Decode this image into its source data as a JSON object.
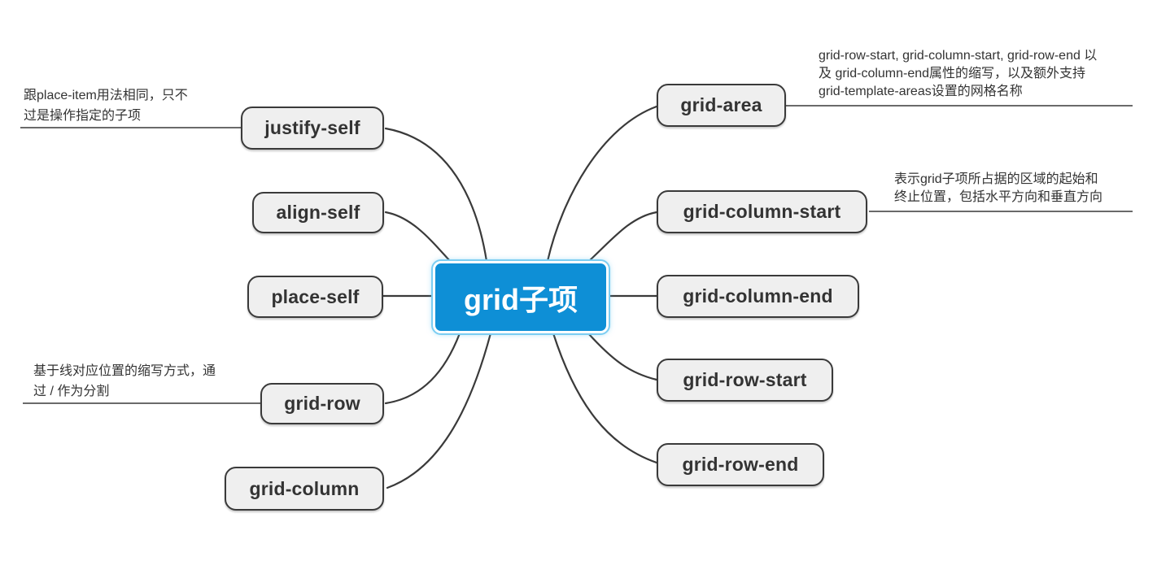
{
  "root": {
    "label": "grid子项"
  },
  "left_nodes": [
    {
      "label": "justify-self"
    },
    {
      "label": "align-self"
    },
    {
      "label": "place-self"
    },
    {
      "label": "grid-row"
    },
    {
      "label": "grid-column"
    }
  ],
  "right_nodes": [
    {
      "label": "grid-area"
    },
    {
      "label": "grid-column-start"
    },
    {
      "label": "grid-column-end"
    },
    {
      "label": "grid-row-start"
    },
    {
      "label": "grid-row-end"
    }
  ],
  "annotations": [
    {
      "target": "justify-self",
      "text": "跟place-item用法相同，只不过是操作指定的子项",
      "lines": [
        "跟place-item用法相同，只不",
        "过是操作指定的子项"
      ]
    },
    {
      "target": "grid-row",
      "text": "基于线对应位置的缩写方式，通过 / 作为分割",
      "lines": [
        "基于线对应位置的缩写方式，通",
        "过 / 作为分割"
      ]
    },
    {
      "target": "grid-area",
      "text": "grid-row-start, grid-column-start, grid-row-end 以及 grid-column-end属性的缩写，以及额外支持 grid-template-areas设置的网格名称",
      "lines": [
        "grid-row-start, grid-column-start, grid-row-end 以",
        "及 grid-column-end属性的缩写，以及额外支持",
        "grid-template-areas设置的网格名称"
      ]
    },
    {
      "target": "grid-column-start",
      "text": "表示grid子项所占据的区域的起始和终止位置，包括水平方向和垂直方向",
      "lines": [
        "表示grid子项所占据的区域的起始和",
        "终止位置，包括水平方向和垂直方向"
      ]
    }
  ],
  "colors": {
    "root_fill": "#0e8fd6",
    "root_glow": "#7bcdf2",
    "root_text": "#ffffff",
    "node_fill": "#efefef",
    "node_border": "#3a3a3a",
    "node_text": "#333333",
    "connector": "#3a3a3a",
    "annotation_line": "#6a6a6a",
    "annotation_text": "#333333",
    "background": "#ffffff"
  }
}
